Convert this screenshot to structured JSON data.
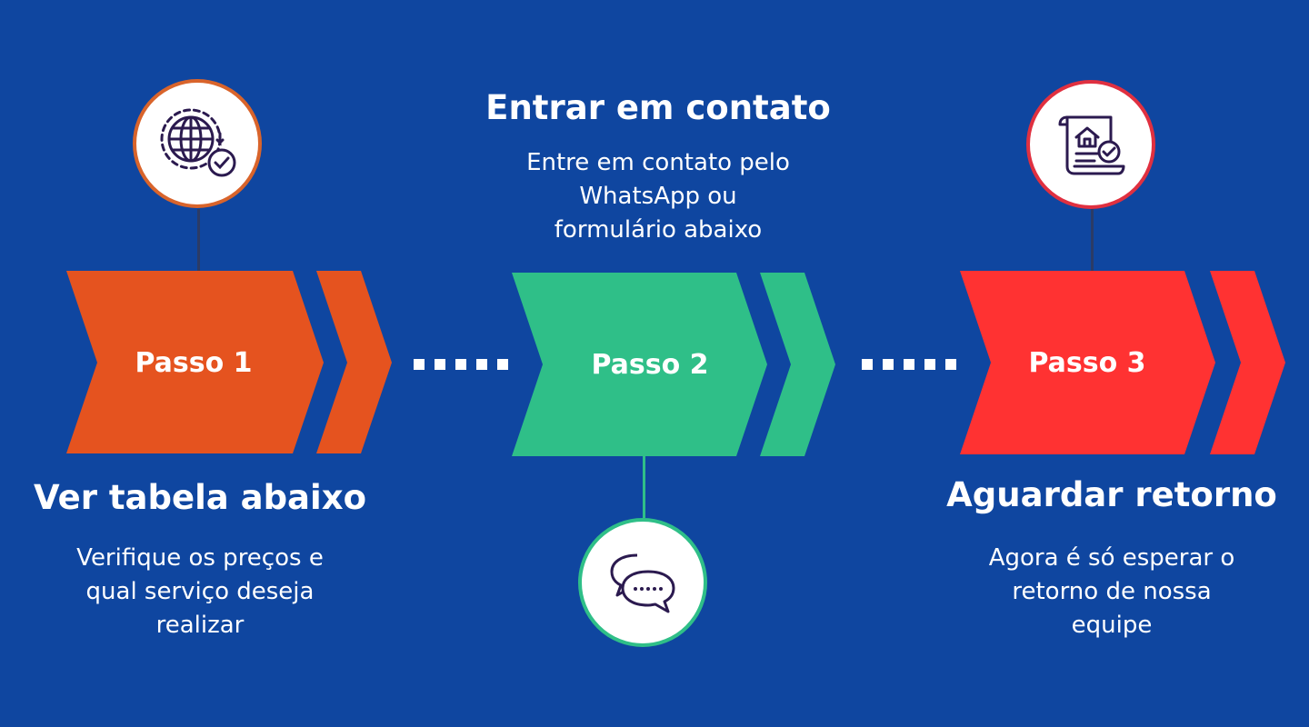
{
  "steps": [
    {
      "label": "Passo 1",
      "heading": "Ver tabela abaixo",
      "desc_lines": [
        "Verifique os preços e",
        "qual serviço deseja",
        "realizar"
      ],
      "color": "#e5531f",
      "icon": "globe-check-icon"
    },
    {
      "label": "Passo 2",
      "heading": "Entrar em contato",
      "desc_lines": [
        "Entre em contato pelo",
        "WhatsApp ou",
        "formulário abaixo"
      ],
      "color": "#2fbf88",
      "icon": "chat-bubbles-icon"
    },
    {
      "label": "Passo 3",
      "heading": "Aguardar retorno",
      "desc_lines": [
        "Agora é só esperar o",
        "retorno de nossa",
        "equipe"
      ],
      "color": "#ff3232",
      "icon": "house-document-check-icon"
    }
  ],
  "colors": {
    "background": "#0f46a0",
    "icon_stroke": "#2b1a4f",
    "connector_dots": "#ffffff"
  }
}
